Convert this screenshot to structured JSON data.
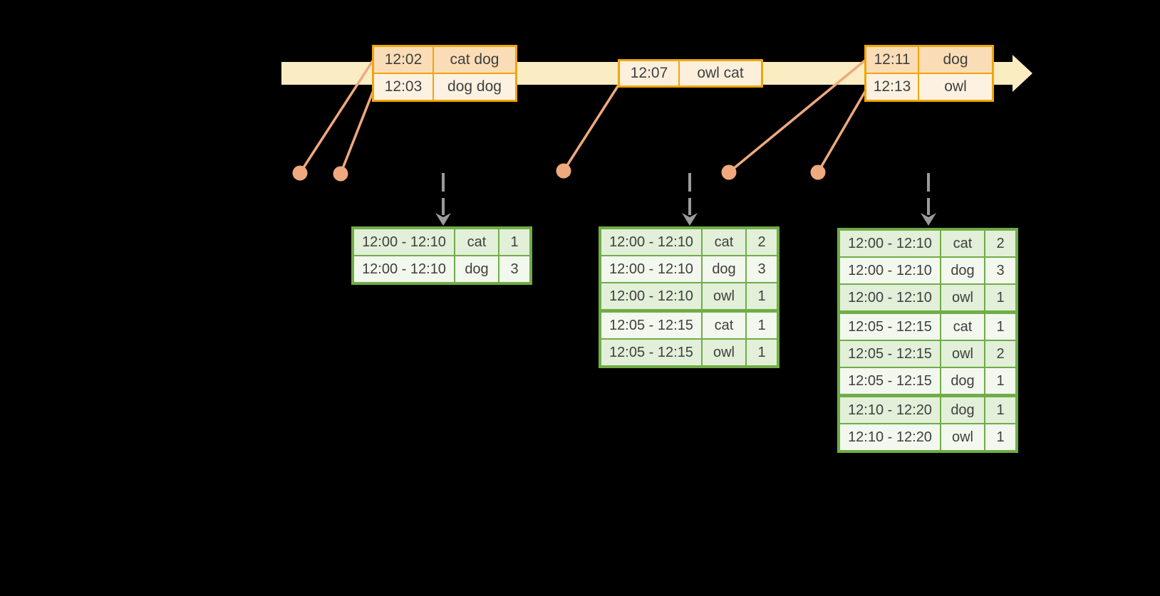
{
  "colors": {
    "background": "#000000",
    "timeline_bar": "#FAEDC3",
    "event_table_border": "#F0A50A",
    "event_row_peach": "#FADDB6",
    "event_row_cream": "#FDF2E2",
    "event_row_single": "#FCF0DD",
    "connector": "#EFA97E",
    "result_table_border": "#70AD47",
    "result_row_green": "#E2EFD9",
    "result_row_white": "#F3F8EE",
    "trigger_arrow": "#9B9B9B",
    "text": "#3F3F3F"
  },
  "event_tables": [
    {
      "rows": [
        {
          "time": "12:02",
          "words": "cat dog"
        },
        {
          "time": "12:03",
          "words": "dog dog"
        }
      ]
    },
    {
      "rows": [
        {
          "time": "12:07",
          "words": "owl cat"
        }
      ]
    },
    {
      "rows": [
        {
          "time": "12:11",
          "words": "dog"
        },
        {
          "time": "12:13",
          "words": "owl"
        }
      ]
    }
  ],
  "result_tables": [
    {
      "groups": [
        [
          {
            "window": "12:00 - 12:10",
            "word": "cat",
            "count": "1"
          },
          {
            "window": "12:00 - 12:10",
            "word": "dog",
            "count": "3"
          }
        ]
      ]
    },
    {
      "groups": [
        [
          {
            "window": "12:00 - 12:10",
            "word": "cat",
            "count": "2"
          },
          {
            "window": "12:00 - 12:10",
            "word": "dog",
            "count": "3"
          },
          {
            "window": "12:00 - 12:10",
            "word": "owl",
            "count": "1"
          }
        ],
        [
          {
            "window": "12:05 - 12:15",
            "word": "cat",
            "count": "1"
          },
          {
            "window": "12:05 - 12:15",
            "word": "owl",
            "count": "1"
          }
        ]
      ]
    },
    {
      "groups": [
        [
          {
            "window": "12:00 - 12:10",
            "word": "cat",
            "count": "2"
          },
          {
            "window": "12:00 - 12:10",
            "word": "dog",
            "count": "3"
          },
          {
            "window": "12:00 - 12:10",
            "word": "owl",
            "count": "1"
          }
        ],
        [
          {
            "window": "12:05 - 12:15",
            "word": "cat",
            "count": "1"
          },
          {
            "window": "12:05 - 12:15",
            "word": "owl",
            "count": "2"
          },
          {
            "window": "12:05 - 12:15",
            "word": "dog",
            "count": "1"
          }
        ],
        [
          {
            "window": "12:10 - 12:20",
            "word": "dog",
            "count": "1"
          },
          {
            "window": "12:10 - 12:20",
            "word": "owl",
            "count": "1"
          }
        ]
      ]
    }
  ]
}
